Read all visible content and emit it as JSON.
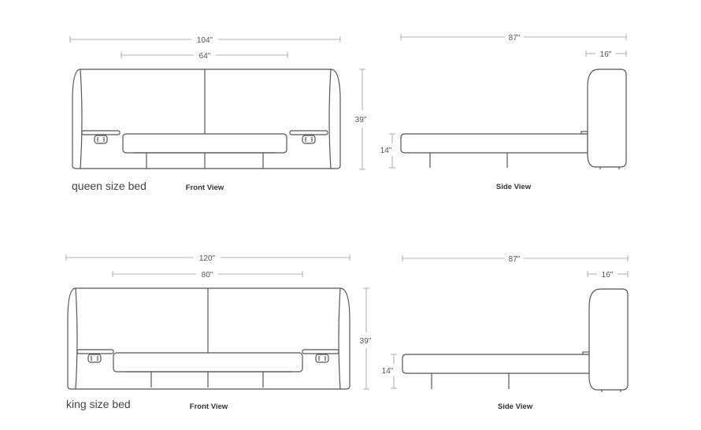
{
  "queen": {
    "name": "queen size bed",
    "front_view_label": "Front View",
    "side_view_label": "Side View",
    "front_width": "104\"",
    "inner_width": "64\"",
    "height": "39\"",
    "frame_height": "14\"",
    "length": "87\"",
    "headboard_depth": "16\""
  },
  "king": {
    "name": "king size bed",
    "front_view_label": "Front View",
    "side_view_label": "Side View",
    "front_width": "120\"",
    "inner_width": "80\"",
    "height": "39\"",
    "frame_height": "14\"",
    "length": "87\"",
    "headboard_depth": "16\""
  }
}
